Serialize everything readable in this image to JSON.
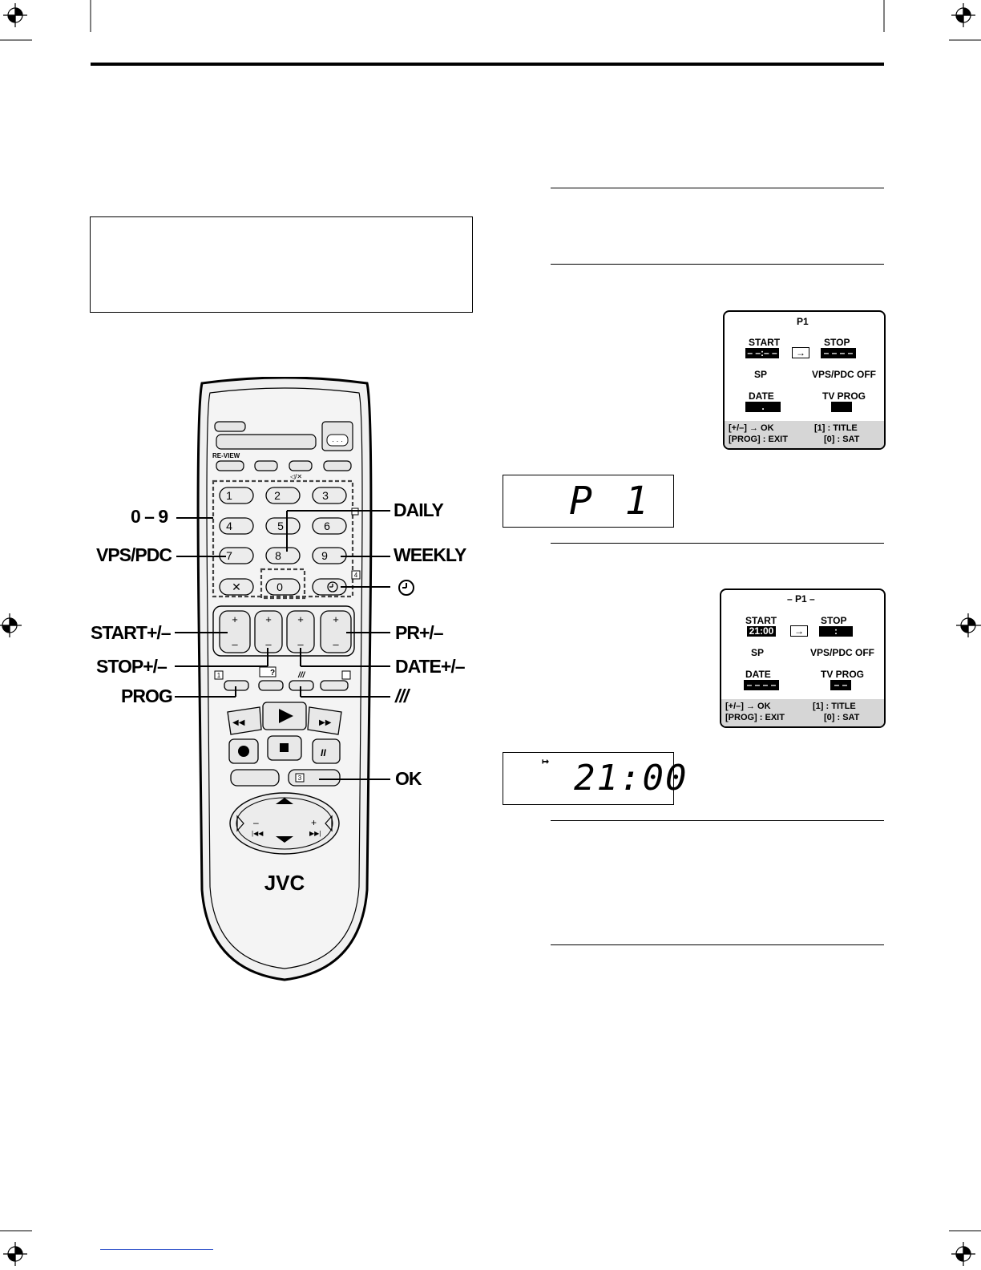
{
  "remote": {
    "brand": "JVC",
    "review_label": "RE-VIEW",
    "numpad": [
      "1",
      "2",
      "3",
      "4",
      "5",
      "6",
      "7",
      "8",
      "9",
      "0"
    ],
    "cancel_symbol": "✕",
    "plus": "+",
    "minus": "–",
    "small_box_1": "1",
    "small_box_3": "3",
    "small_box_4": "4",
    "mute_symbol": "◁/✕",
    "help_symbol": "?",
    "callouts": {
      "digits": "0 – 9",
      "vps_pdc": "VPS/PDC",
      "start": "START+/–",
      "stop": "STOP+/–",
      "prog": "PROG",
      "daily": "DAILY",
      "weekly": "WEEKLY",
      "pr": "PR+/–",
      "date": "DATE+/–",
      "slash": "///",
      "ok": "OK"
    }
  },
  "osd1": {
    "title": "P1",
    "start_label": "START",
    "start_value": "– –:– –",
    "stop_label": "STOP",
    "stop_value": "– – – –",
    "speed": "SP",
    "vps": "VPS/PDC OFF",
    "date_label": "DATE",
    "date_value": ".",
    "tvprog_label": "TV PROG",
    "foot_l1": "[+/–] → OK",
    "foot_l2": "[PROG] : EXIT",
    "foot_r1": "[1] : TITLE",
    "foot_r2": "[0] : SAT"
  },
  "lcd1": {
    "text": "P 1"
  },
  "osd2": {
    "title": "– P1 –",
    "start_label": "START",
    "start_value": "21:00",
    "stop_label": "STOP",
    "stop_value": ":",
    "speed": "SP",
    "vps": "VPS/PDC OFF",
    "date_label": "DATE",
    "date_value": "– – – –",
    "tvprog_label": "TV PROG",
    "tvprog_value": "– –",
    "foot_l1": "[+/–] → OK",
    "foot_l2": "[PROG] : EXIT",
    "foot_r1": "[1] : TITLE",
    "foot_r2": "[0] : SAT"
  },
  "lcd2": {
    "indicator": "↦",
    "text": "21:00"
  }
}
